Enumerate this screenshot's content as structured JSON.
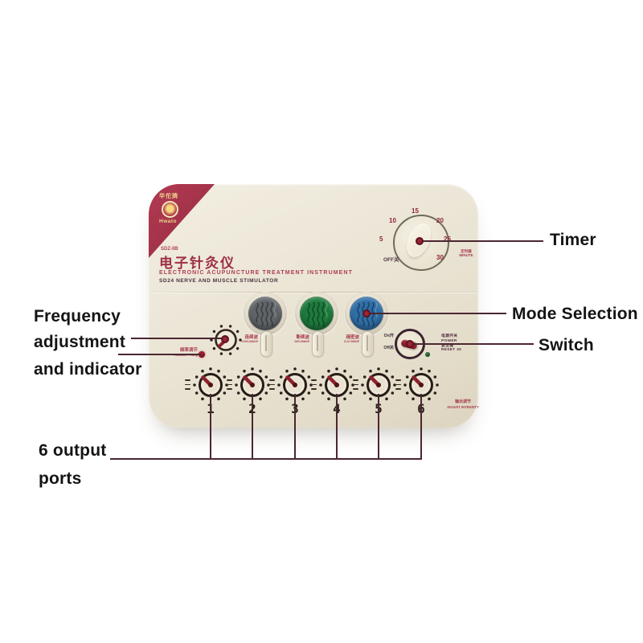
{
  "annotations": {
    "timer": "Timer",
    "mode_selection": "Mode Selection",
    "switch": "Switch",
    "frequency_line1": "Frequency",
    "frequency_line2": "adjustment",
    "frequency_line3": "and indicator",
    "output_line1": "6 output",
    "output_line2": "ports"
  },
  "device": {
    "brand": {
      "top": "华佗牌",
      "name": "Hwato"
    },
    "model": "SDZ-IIB",
    "title_cn": "电子针灸仪",
    "title_en": "ELECTRONIC ACUPUNCTURE TREATMENT INSTRUMENT",
    "subtitle": "SD24 NERVE AND MUSCLE STIMULATOR",
    "timer": {
      "marks": [
        "5",
        "10",
        "15",
        "20",
        "25",
        "30"
      ],
      "off": "OFF关",
      "note1": "定时器",
      "note2": "MINUTE"
    },
    "modes": [
      {
        "cn": "连续波",
        "en": "CON-WAVE",
        "color": "#606468"
      },
      {
        "cn": "断续波",
        "en": "DIS-WAVE",
        "color": "#1d7a3c"
      },
      {
        "cn": "疏密波",
        "en": "D-D WAVE",
        "color": "#2f6ea6"
      }
    ],
    "frequency": {
      "cn": "频率调节",
      "en": "ADJUST FREQ"
    },
    "power": {
      "on": "On开",
      "off": "Off关",
      "n1": "电源开关",
      "n2": "POWER",
      "n3": "复位键",
      "n4": "RESET 30"
    },
    "channels": [
      "1",
      "2",
      "3",
      "4",
      "5",
      "6"
    ],
    "intensity": {
      "cn": "输出调节",
      "en": "ADJUST INTENSITY"
    }
  },
  "colors": {
    "line": "#4a2730",
    "accent": "#9e2f45",
    "panel": "#ebe5d6",
    "corner": "#a23249",
    "mode_gray": "#606468",
    "mode_green": "#1d7a3c",
    "mode_blue": "#2f6ea6",
    "pointer_red": "#8e202c",
    "led_red": "#8c1b26",
    "led_green": "#2c6b3a"
  }
}
